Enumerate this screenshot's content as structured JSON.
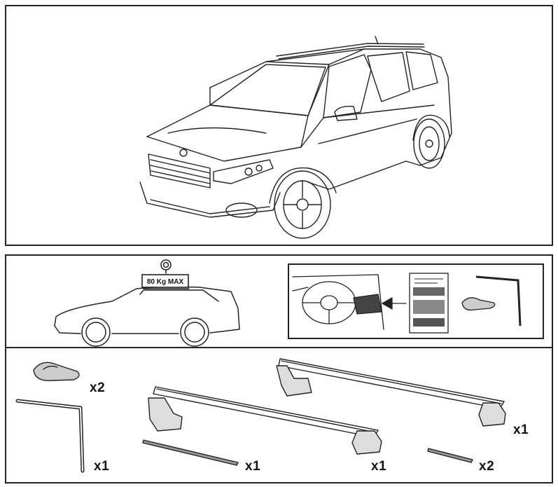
{
  "load_sign": {
    "text": "80 Kg MAX"
  },
  "parts": [
    {
      "qty": "x2"
    },
    {
      "qty": "x1"
    },
    {
      "qty": "x1"
    },
    {
      "qty": "x1"
    },
    {
      "qty": "x1"
    },
    {
      "qty": "x2"
    }
  ]
}
